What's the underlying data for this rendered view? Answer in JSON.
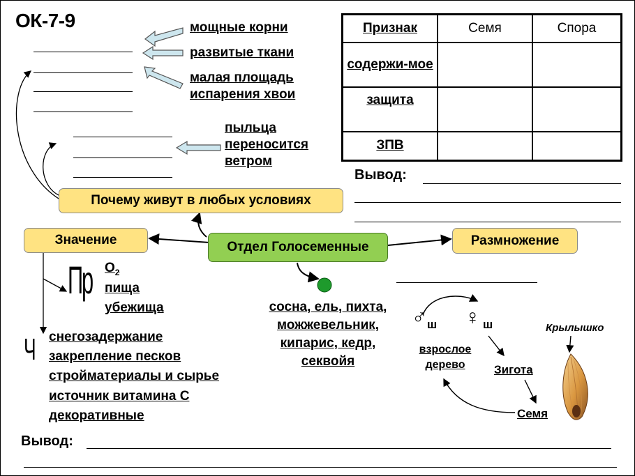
{
  "title": "ОК-7-9",
  "reasons": [
    "мощные корни",
    "развитые ткани",
    "малая площадь испарения хвои",
    "пыльца переносится ветром"
  ],
  "question_box": "Почему живут в любых условиях",
  "central": "Отдел Голосеменные",
  "significance": {
    "label": "Значение",
    "nature_letters": "Пр",
    "nature_items": [
      "O",
      "пища",
      "убежища"
    ],
    "o2_subscript": "2",
    "human_letter": "Ч",
    "human_items": [
      "снегозадержание",
      "закрепление песков",
      "стройматериалы и сырье",
      "источник витамина С",
      "декоративные"
    ]
  },
  "reproduction": {
    "label": "Размножение",
    "male_symbol": "♂",
    "female_symbol": "♀",
    "male_sub": "ш",
    "female_sub": "ш",
    "adult": "взрослое дерево",
    "zygote": "Зигота",
    "seed": "Семя",
    "wing": "Крылышко"
  },
  "representatives": "сосна, ель, пихта, можжевельник, кипарис, кедр, секвойя",
  "table": {
    "headers": [
      "Признак",
      "Семя",
      "Спора"
    ],
    "rows": [
      "содержи-мое",
      "защита",
      "ЗПВ"
    ]
  },
  "conclusion_label": "Вывод:",
  "colors": {
    "label_fill": "#ffe382",
    "center_fill": "#92cf52",
    "dot": "#1e9a2c",
    "arrow_fill": "#cde6ee"
  }
}
